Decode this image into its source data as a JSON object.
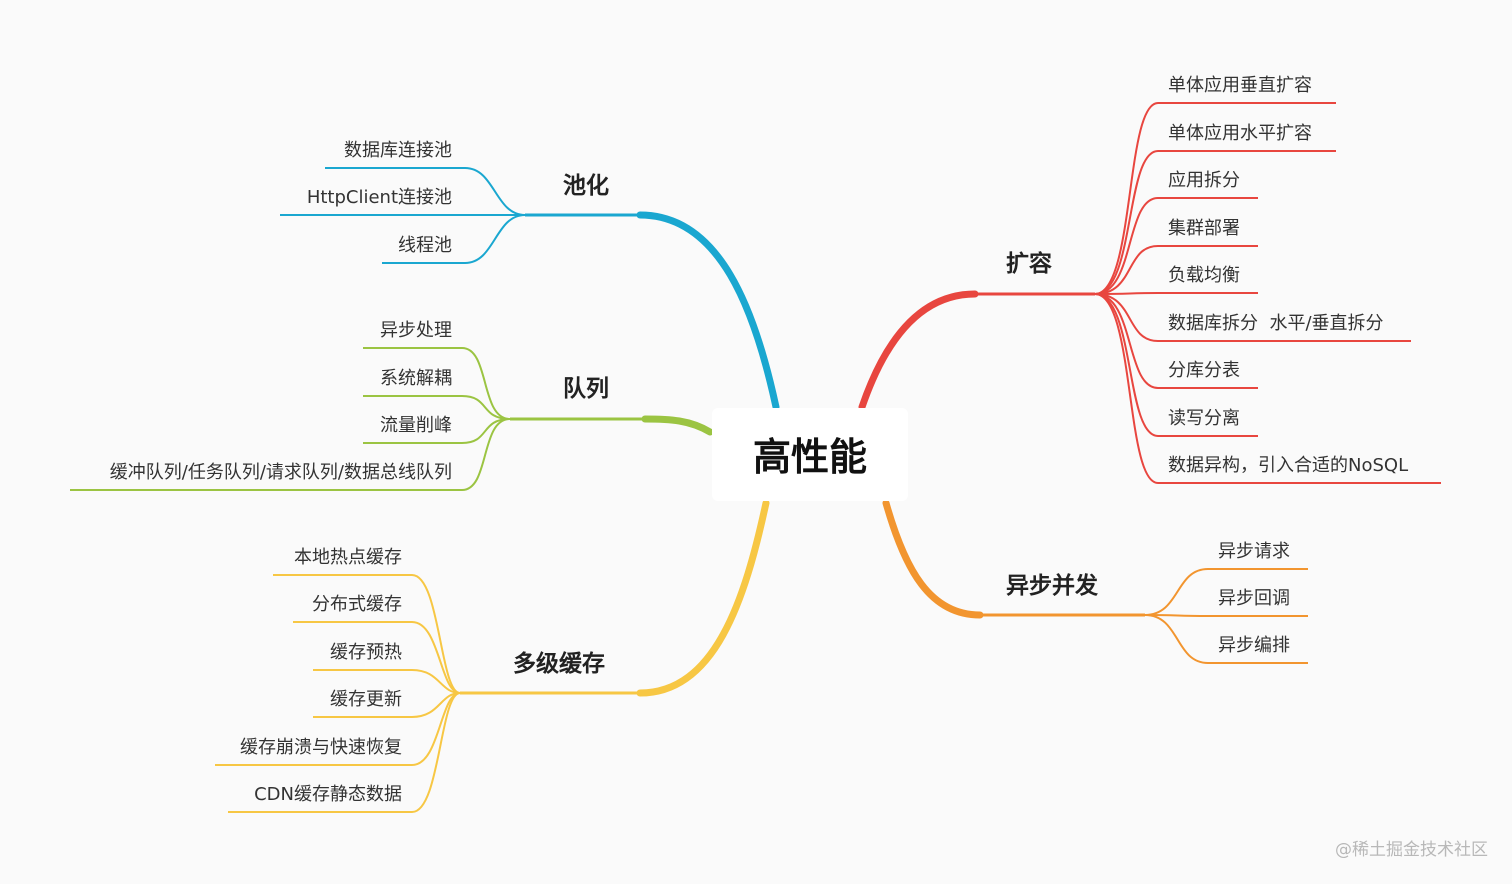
{
  "root": {
    "label": "高性能"
  },
  "colors": {
    "pooling": "#1aa7d0",
    "queue": "#9bc442",
    "cache": "#f7c744",
    "scale": "#e8463f",
    "async": "#f2952f"
  },
  "branches": {
    "pooling": {
      "label": "池化",
      "children": [
        "数据库连接池",
        "HttpClient连接池",
        "线程池"
      ]
    },
    "queue": {
      "label": "队列",
      "children": [
        "异步处理",
        "系统解耦",
        "流量削峰",
        "缓冲队列/任务队列/请求队列/数据总线队列"
      ]
    },
    "cache": {
      "label": "多级缓存",
      "children": [
        "本地热点缓存",
        "分布式缓存",
        "缓存预热",
        "缓存更新",
        "缓存崩溃与快速恢复",
        "CDN缓存静态数据"
      ]
    },
    "scale": {
      "label": "扩容",
      "children": [
        "单体应用垂直扩容",
        "单体应用水平扩容",
        "应用拆分",
        "集群部署",
        "负载均衡",
        "数据库拆分  水平/垂直拆分",
        "分库分表",
        "读写分离",
        "数据异构，引入合适的NoSQL"
      ]
    },
    "async": {
      "label": "异步并发",
      "children": [
        "异步请求",
        "异步回调",
        "异步编排"
      ]
    }
  },
  "watermark": "@稀土掘金技术社区"
}
